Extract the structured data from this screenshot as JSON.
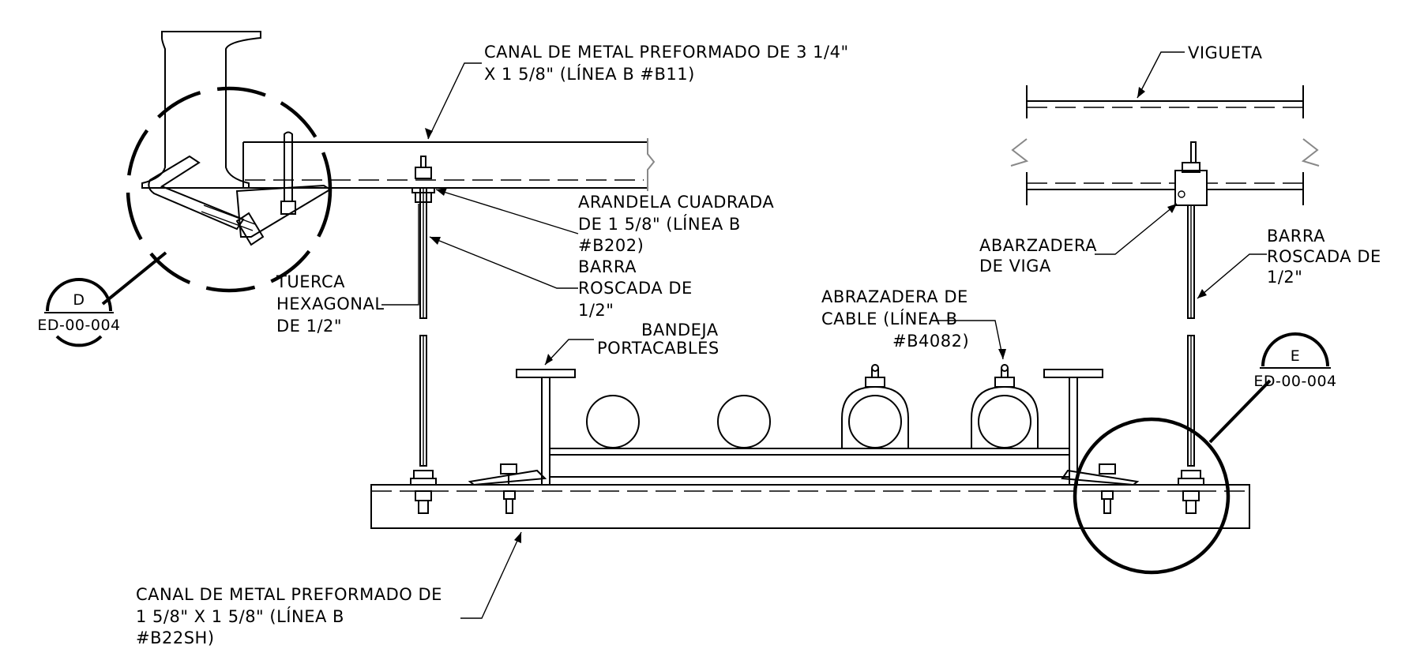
{
  "labels": {
    "canal_b11": [
      "CANAL DE METAL PREFORMADO DE 3 1/4\"",
      "X  1 5/8\" (LÍNEA B #B11)"
    ],
    "arandela": [
      "ARANDELA CUADRADA",
      "DE 1 5/8\" (LÍNEA B",
      "#B202)"
    ],
    "barra_left": [
      "BARRA",
      "ROSCADA DE",
      "1/2\""
    ],
    "tuerca": [
      "TUERCA",
      "HEXAGONAL",
      "DE 1/2\""
    ],
    "bandeja": [
      "BANDEJA",
      "PORTACABLES"
    ],
    "abrazadera_cable": [
      "ABRAZADERA DE",
      "CABLE (LÍNEA B",
      "#B4082)"
    ],
    "vigueta": "VIGUETA",
    "abarzadera_viga": [
      "ABARZADERA",
      "DE VIGA"
    ],
    "barra_right": [
      "BARRA",
      "ROSCADA DE",
      "1/2\""
    ],
    "canal_b22": [
      "CANAL DE METAL PREFORMADO DE",
      "1 5/8\" X  1 5/8\" (LÍNEA B",
      "#B22SH)"
    ]
  },
  "detail_callouts": [
    {
      "letter": "D",
      "sheet": "ED-00-004"
    },
    {
      "letter": "E",
      "sheet": "ED-00-004"
    }
  ]
}
